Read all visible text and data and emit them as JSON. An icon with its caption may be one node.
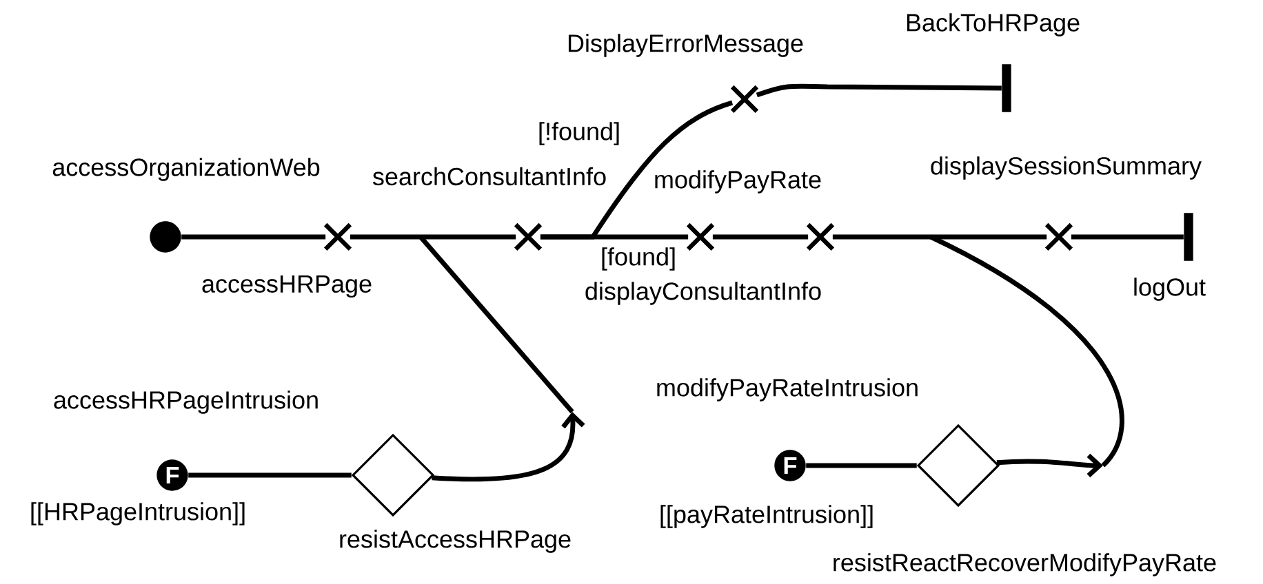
{
  "diagram": {
    "nodes": [
      {
        "text": [],
        "shape": "circle",
        "beside": [
          "accessOrganizationWeb"
        ]
      },
      {
        "text": [],
        "shape": "cross",
        "beside": [
          "accessHRPage"
        ]
      },
      {
        "text": [],
        "shape": "cross",
        "beside": [
          "searchConsultantInfo"
        ]
      },
      {
        "text": [],
        "shape": "cross",
        "beside": [
          "displayConsultantInfo"
        ]
      },
      {
        "text": [],
        "shape": "cross",
        "beside": [
          "modifyPayRate"
        ]
      },
      {
        "text": [],
        "shape": "cross",
        "beside": [
          "displaySessionSummary"
        ]
      },
      {
        "text": [],
        "shape": "bar",
        "beside": [
          "logOut"
        ]
      },
      {
        "text": [],
        "shape": "cross",
        "beside": [
          "DisplayErrorMessage"
        ]
      },
      {
        "text": [],
        "shape": "bar",
        "beside": [
          "BackToHRPage"
        ]
      },
      {
        "text": [
          "F"
        ],
        "beside": [
          "accessHRPageIntrusion",
          "[[HRPageIntrusion]]"
        ]
      },
      {
        "text": [],
        "shape": "diamond",
        "beside": [
          "resistAccessHRPage"
        ]
      },
      {
        "text": [
          "F"
        ],
        "beside": [
          "[[payRateIntrusion]]"
        ]
      },
      {
        "text": [],
        "shape": "diamond",
        "beside": [
          "resistReactRecoverModifyPayRate"
        ]
      }
    ],
    "edges": [
      {
        "from": 0,
        "to": 1,
        "arrow": "none"
      },
      {
        "from": 1,
        "to": 2,
        "arrow": "none"
      },
      {
        "from": 2,
        "to": 7,
        "arrow": "none",
        "label": "[!found]"
      },
      {
        "from": 2,
        "to": 3,
        "arrow": "none",
        "label": "[found]"
      },
      {
        "from": 3,
        "to": 4,
        "arrow": "none"
      },
      {
        "from": 4,
        "to": 5,
        "arrow": "none"
      },
      {
        "from": 5,
        "to": 6,
        "arrow": "none"
      },
      {
        "from": 7,
        "to": 8,
        "arrow": "none"
      },
      {
        "from": 9,
        "to": 10,
        "arrow": "none"
      },
      {
        "from": 10,
        "to": null,
        "arrow": "to"
      },
      {
        "from": 11,
        "to": 12,
        "arrow": "none"
      },
      {
        "from": 12,
        "to": null,
        "arrow": "to"
      }
    ],
    "labels": [
      "modifyPayRateIntrusion"
    ]
  }
}
